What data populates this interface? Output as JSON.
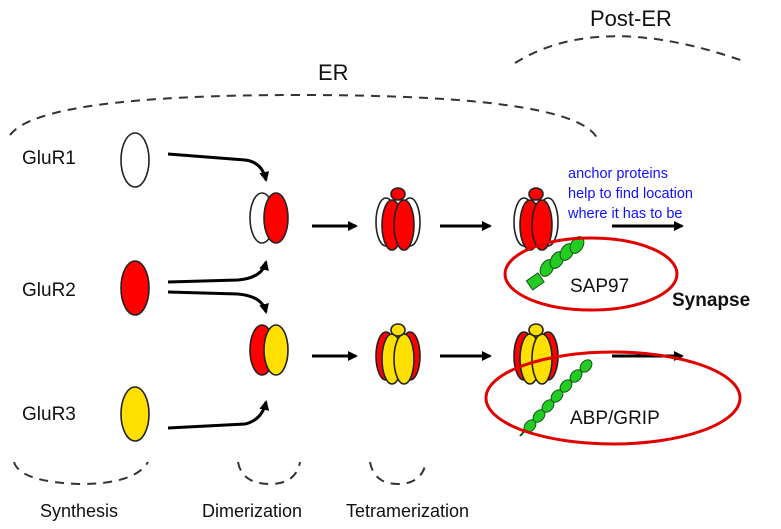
{
  "regions": {
    "post_er": "Post-ER",
    "er": "ER"
  },
  "subunits": [
    {
      "label": "GluR1",
      "color": "#ffffff"
    },
    {
      "label": "GluR2",
      "color": "#ff0000"
    },
    {
      "label": "GluR3",
      "color": "#ffe000"
    }
  ],
  "stages": {
    "synthesis": "Synthesis",
    "dimerization": "Dimerization",
    "tetramerization": "Tetramerization"
  },
  "annotation": {
    "lines": [
      "anchor proteins",
      "help to find location",
      "where it has to be"
    ],
    "color": "#1010ff"
  },
  "proteins": {
    "sap97": "SAP97",
    "abp_grip": "ABP/GRIP",
    "color": "#22cc22"
  },
  "destination": "Synapse",
  "highlight_color": "#e00000"
}
